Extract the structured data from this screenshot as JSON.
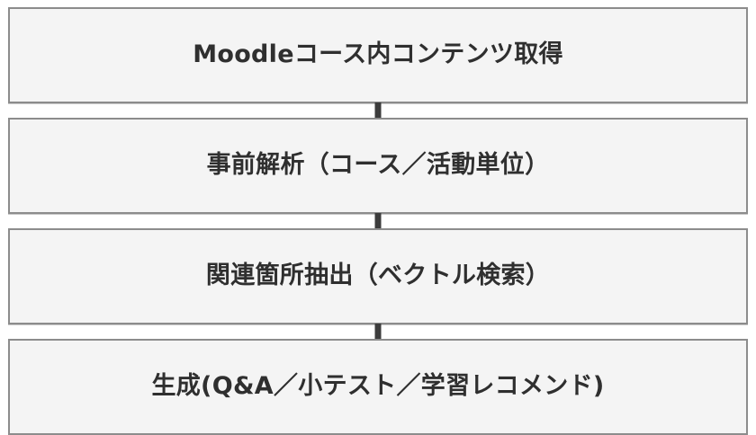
{
  "diagram": {
    "type": "flowchart-vertical",
    "title": "",
    "background_color": "#ffffff",
    "node_fill_color": "#f4f4f4",
    "node_border_color": "#8c8c8c",
    "text_color": "#2f2f2f",
    "connector_color": "#3c3c3c",
    "nodes": [
      {
        "id": "step-1",
        "label": "Moodleコース内コンテンツ取得"
      },
      {
        "id": "step-2",
        "label": "事前解析（コース／活動単位）"
      },
      {
        "id": "step-3",
        "label": "関連箇所抽出（ベクトル検索）"
      },
      {
        "id": "step-4",
        "label": "生成(Q&A／小テスト／学習レコメンド)"
      }
    ],
    "connectors": [
      {
        "id": "connector-1-2",
        "from": "step-1",
        "to": "step-2"
      },
      {
        "id": "connector-2-3",
        "from": "step-2",
        "to": "step-3"
      },
      {
        "id": "connector-3-4",
        "from": "step-3",
        "to": "step-4"
      }
    ]
  }
}
